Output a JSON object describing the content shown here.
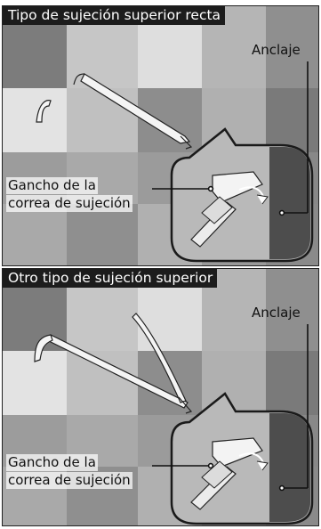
{
  "panels": [
    {
      "title": "Tipo de sujeción superior recta",
      "anchor_label": "Anclaje",
      "hook_label_line1": "Gancho de la",
      "hook_label_line2": "correa de sujeción"
    },
    {
      "title": "Otro tipo de sujeción superior",
      "anchor_label": "Anclaje",
      "hook_label_line1": "Gancho de la",
      "hook_label_line2": "correa de sujeción"
    }
  ],
  "colors": {
    "title_bg": "#1c1c1c",
    "title_text": "#ffffff",
    "leader_line": "#111111",
    "anchor_box": "#4d4d4d"
  }
}
